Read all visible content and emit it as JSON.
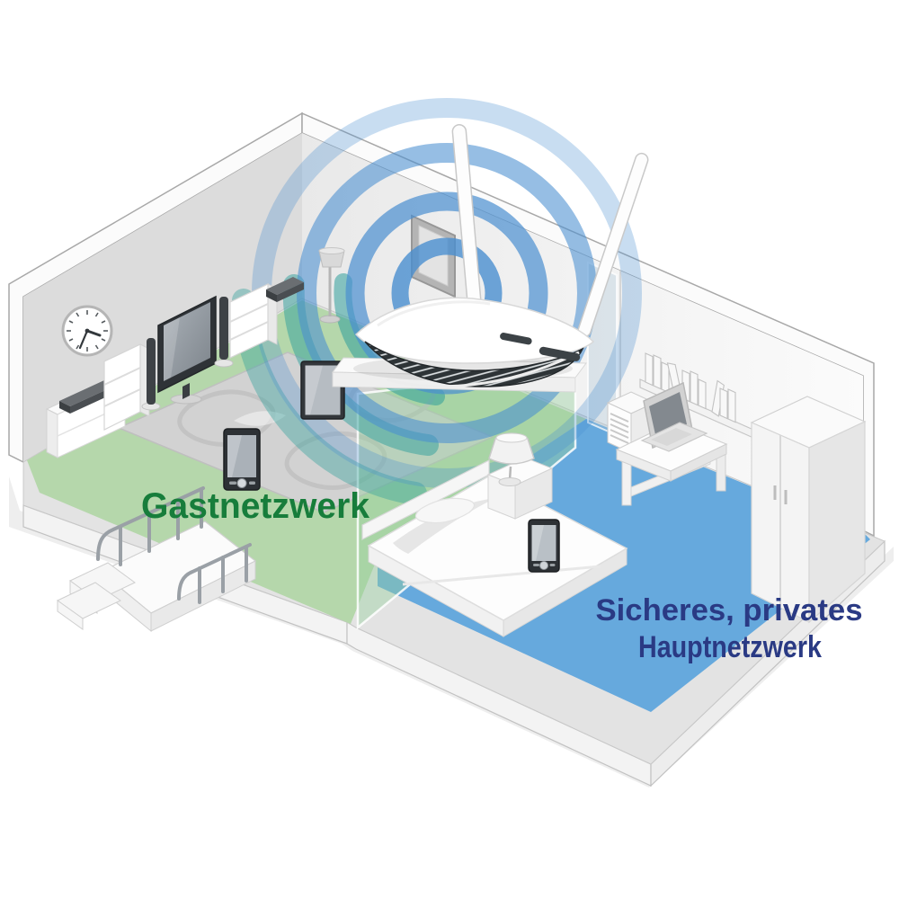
{
  "labels": {
    "guest_network": {
      "text": "Gastnetzwerk",
      "color": "#177d3b"
    },
    "main_network": {
      "line1": "Sicheres, privates",
      "line2": "Hauptnetzwerk",
      "color": "#2a3a84"
    }
  },
  "colors": {
    "guest_floor": "#b5d7ab",
    "main_floor": "#66a9dd",
    "wifi_blue": "#4a8fd0",
    "wifi_teal": "#2f9f9b",
    "wall_left": "#dcdcdc",
    "wall_right_near": "#e9e9e9",
    "wall_right_far": "#fafafa",
    "floor_rim": "#e3e3e3",
    "glass_green": "rgba(150,208,158,0.42)",
    "glass_clear": "rgba(173,198,214,0.35)",
    "device_dark": "#2d3135",
    "router_grille": "#2e3437"
  },
  "scene_objects": {
    "router": "wireless-router-two-antennas-on-wall-shelf",
    "wifi": "concentric-wifi-signal-rings",
    "guest_zone": "green-guest-network-floor-area",
    "main_zone": "blue-private-network-floor-area",
    "living_room": [
      "wall-clock",
      "sideboard-with-media-player",
      "bookshelf-small",
      "speaker-column-left",
      "flat-screen-tv",
      "speaker-column-right",
      "shelf-unit-with-device",
      "floor-lamp",
      "area-rug",
      "tablet",
      "smartphone"
    ],
    "bedroom": [
      "glass-partition",
      "double-bed",
      "smartphone-on-bed",
      "nightstand",
      "bedside-lamp"
    ],
    "office": [
      "wall-book-shelf",
      "desk",
      "laptop",
      "pc-tower",
      "wardrobe"
    ],
    "exterior": [
      "balcony-platform",
      "balcony-railings",
      "entry-steps",
      "picture-frame"
    ]
  }
}
